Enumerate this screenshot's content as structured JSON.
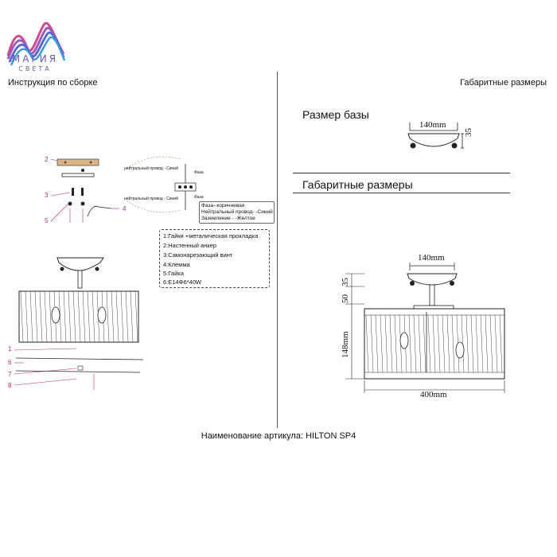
{
  "brand": {
    "name": "МАГИЯ",
    "subtitle": "СВЕТА",
    "colors": {
      "purple": "#6b5aa6",
      "pink": "#d04a8a",
      "blue": "#3a7fd0"
    }
  },
  "headers": {
    "left": "Инструкция по сборке",
    "right": "Габаритные размеры"
  },
  "base_section": {
    "title": "Размер базы",
    "width_label": "140mm",
    "height_label": "35"
  },
  "dims_section": {
    "title": "Габаритные размеры",
    "top_width": "140mm",
    "v_35": "35",
    "v_50": "50",
    "v_148": "148mm",
    "bottom_width": "400mm"
  },
  "legend": [
    "1:Гайки +металическая прокладка",
    "2:Настенный анкер",
    "3:Самонарезающий винт",
    "4:Клемма",
    "5:Гайка",
    "6:E14Φ6*40W"
  ],
  "wiring": {
    "legend": [
      "Фаза--коричневая",
      "Нейтральный провод- -Синий",
      "Заземление - -Желтое"
    ],
    "left_labels": [
      "нейтральный провод - Синий",
      "нейтральный провод - Синий"
    ],
    "right_labels": [
      "Фаза",
      "Фаза"
    ]
  },
  "callouts": [
    "2",
    "3",
    "5",
    "4",
    "1",
    "6",
    "7",
    "8"
  ],
  "article": "Наименование артикула: HILTON SP4"
}
